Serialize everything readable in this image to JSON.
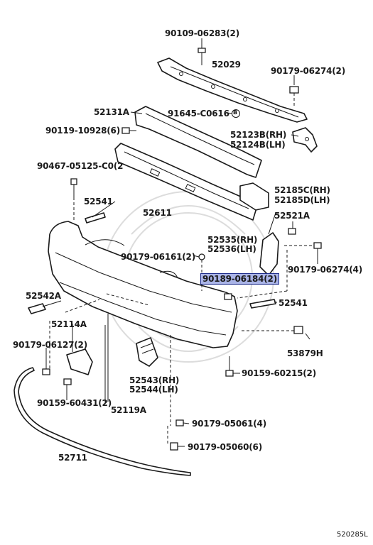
{
  "labels": {
    "p90109_06283": "90109-06283(2)",
    "p52029": "52029",
    "p90179_06274_top": "90179-06274(2)",
    "p52131A": "52131A",
    "p91645_C0616": "91645-C0616",
    "p90119_10928": "90119-10928(6)",
    "p52123B": "52123B(RH)",
    "p52124B": "52124B(LH)",
    "p90467_05125": "90467-05125-C0(2",
    "p52185C": "52185C(RH)",
    "p52185D": "52185D(LH)",
    "p52541_top": "52541",
    "p52611": "52611",
    "p52521A": "52521A",
    "p52535": "52535(RH)",
    "p52536": "52536(LH)",
    "p90179_06161": "90179-06161(2)",
    "p90179_06274_right": "90179-06274(4)",
    "p90189_06184": "90189-06184(2)",
    "p52542A": "52542A",
    "p52541_right": "52541",
    "p52114A": "52114A",
    "p90179_06127": "90179-06127(2)",
    "p53879H": "53879H",
    "p90159_60215": "90159-60215(2)",
    "p52543": "52543(RH)",
    "p52544": "52544(LH)",
    "p90159_60431": "90159-60431(2)",
    "p52119A": "52119A",
    "p90179_05061": "90179-05061(4)",
    "p52711": "52711",
    "p90179_05060": "90179-05060(6)"
  },
  "marker_b": "B",
  "reference": "520285L",
  "highlight_color": "#a9b3e6"
}
